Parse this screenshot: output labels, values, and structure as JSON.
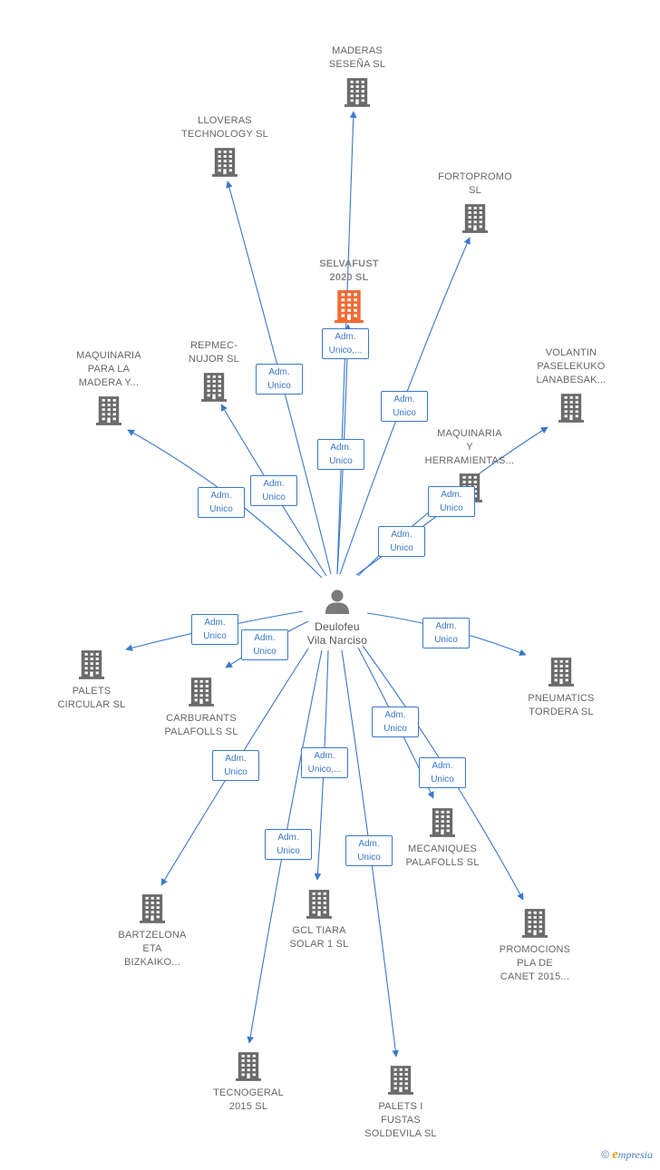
{
  "colors": {
    "edge": "#3a78c9",
    "company_icon": "#6b6b6b",
    "center_icon": "#f06a35",
    "person_icon": "#7a7a7a"
  },
  "center": {
    "id": "selvafust",
    "label": "SELVAFUST\n2020 SL"
  },
  "person": {
    "id": "person",
    "label": "Deulofeu\nVila Narciso"
  },
  "companies": [
    {
      "id": "maderas",
      "label": "MADERAS\nSESEÑA SL"
    },
    {
      "id": "lloveras",
      "label": "LLOVERAS\nTECHNOLOGY SL"
    },
    {
      "id": "fortopromo",
      "label": "FORTOPROMO\nSL"
    },
    {
      "id": "maquinaria_madera",
      "label": "MAQUINARIA\nPARA LA\nMADERA Y..."
    },
    {
      "id": "repmec",
      "label": "REPMEC-\nNUJOR SL"
    },
    {
      "id": "volantin",
      "label": "VOLANTIN\nPASELEKUKO\nLANABESAK..."
    },
    {
      "id": "maquinaria_herr",
      "label": "MAQUINARIA\nY\nHERRAMIENTAS..."
    },
    {
      "id": "palets_circular",
      "label": "PALETS\nCIRCULAR SL"
    },
    {
      "id": "carburants",
      "label": "CARBURANTS\nPALAFOLLS SL"
    },
    {
      "id": "pneumatics",
      "label": "PNEUMATICS\nTORDERA SL"
    },
    {
      "id": "mecaniques",
      "label": "MECANIQUES\nPALAFOLLS SL"
    },
    {
      "id": "bartzelona",
      "label": "BARTZELONA\nETA\nBIZKAIKO..."
    },
    {
      "id": "gcl",
      "label": "GCL TIARA\nSOLAR 1 SL"
    },
    {
      "id": "promocions",
      "label": "PROMOCIONS\nPLA DE\nCANET 2015..."
    },
    {
      "id": "tecnogeral",
      "label": "TECNOGERAL\n2015 SL"
    },
    {
      "id": "palets_fustas",
      "label": "PALETS I\nFUSTAS\nSOLDEVILA SL"
    }
  ],
  "edges": [
    {
      "to": "selvafust",
      "label": "Adm.\nUnico,..."
    },
    {
      "to": "maderas",
      "label": "Adm.\nUnico"
    },
    {
      "to": "lloveras",
      "label": "Adm.\nUnico"
    },
    {
      "to": "fortopromo",
      "label": "Adm.\nUnico"
    },
    {
      "to": "maquinaria_madera",
      "label": "Adm.\nUnico"
    },
    {
      "to": "repmec",
      "label": "Adm.\nUnico"
    },
    {
      "to": "volantin",
      "label": "Adm.\nUnico"
    },
    {
      "to": "maquinaria_herr",
      "label": "Adm.\nUnico"
    },
    {
      "to": "palets_circular",
      "label": "Adm.\nUnico"
    },
    {
      "to": "carburants",
      "label": "Adm.\nUnico"
    },
    {
      "to": "pneumatics",
      "label": "Adm.\nUnico"
    },
    {
      "to": "mecaniques",
      "label": "Adm.\nUnico"
    },
    {
      "to": "bartzelona",
      "label": "Adm.\nUnico"
    },
    {
      "to": "gcl",
      "label": "Adm.\nUnico,..."
    },
    {
      "to": "promocions",
      "label": "Adm.\nUnico"
    },
    {
      "to": "tecnogeral",
      "label": "Adm.\nUnico"
    },
    {
      "to": "palets_fustas",
      "label": "Adm.\nUnico"
    }
  ],
  "watermark": {
    "copyright": "©",
    "brand_initial": "e",
    "brand_rest": "mpresia"
  }
}
